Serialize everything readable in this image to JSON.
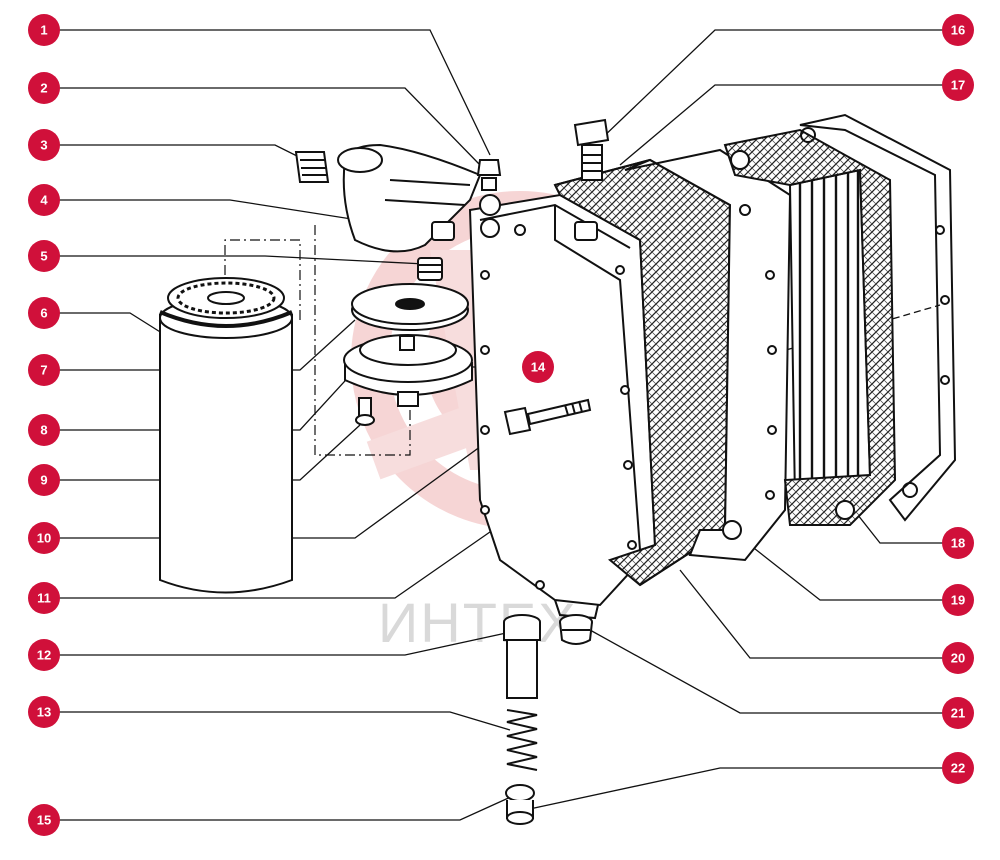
{
  "diagram": {
    "watermark_text": "ИНТЕХ",
    "colors": {
      "marker": "#d0103a",
      "line": "#111111",
      "watermark": "#f3c9c9"
    },
    "callouts": [
      {
        "id": "c1",
        "label": "1"
      },
      {
        "id": "c2",
        "label": "2"
      },
      {
        "id": "c3",
        "label": "3"
      },
      {
        "id": "c4",
        "label": "4"
      },
      {
        "id": "c5",
        "label": "5"
      },
      {
        "id": "c6",
        "label": "6"
      },
      {
        "id": "c7",
        "label": "7"
      },
      {
        "id": "c8",
        "label": "8"
      },
      {
        "id": "c9",
        "label": "9"
      },
      {
        "id": "c10",
        "label": "10"
      },
      {
        "id": "c11",
        "label": "11"
      },
      {
        "id": "c12",
        "label": "12"
      },
      {
        "id": "c13",
        "label": "13"
      },
      {
        "id": "c14",
        "label": "14"
      },
      {
        "id": "c15",
        "label": "15"
      },
      {
        "id": "c16",
        "label": "16"
      },
      {
        "id": "c17",
        "label": "17"
      },
      {
        "id": "c18",
        "label": "18"
      },
      {
        "id": "c19",
        "label": "19"
      },
      {
        "id": "c20",
        "label": "20"
      },
      {
        "id": "c21",
        "label": "21"
      },
      {
        "id": "c22",
        "label": "22"
      }
    ]
  }
}
